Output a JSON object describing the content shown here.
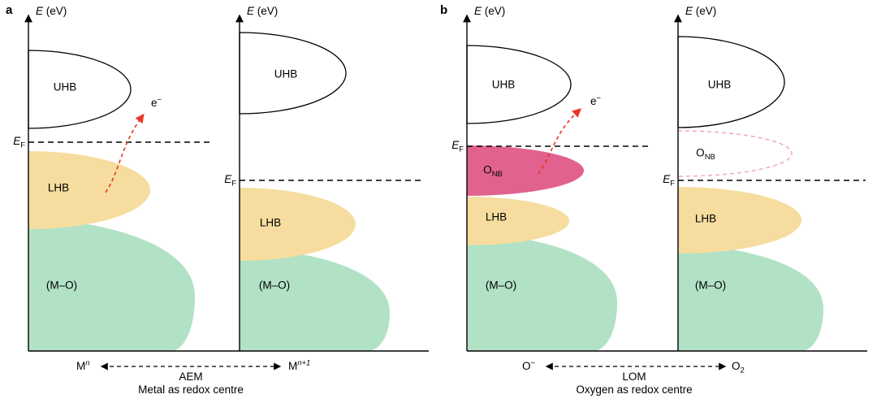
{
  "shared": {
    "axis_symbol": "E",
    "axis_unit": " (eV)",
    "fermi_symbol": "E",
    "fermi_sub": "F",
    "electron_symbol": "e",
    "electron_sup": "−",
    "band_uhb": "UHB",
    "band_lhb": "LHB",
    "band_mo": "(M–O)",
    "band_onb_base": "O",
    "band_onb_sub": "NB"
  },
  "panel_a": {
    "tag": "a",
    "species_left_base": "M",
    "species_left_sup": "n",
    "species_right_base": "M",
    "species_right_sup": "n+1",
    "mechanism": "AEM",
    "caption": "Metal as redox centre"
  },
  "panel_b": {
    "tag": "b",
    "species_left_base": "O",
    "species_left_sup": "−",
    "species_right_base": "O",
    "species_right_sub": "2",
    "mechanism": "LOM",
    "caption": "Oxygen as redox centre"
  },
  "colors": {
    "lhb_fill": "#f6dd9f",
    "mo_fill": "#b2e2c6",
    "onb_fill": "#e2628f",
    "onb_outline": "#f2a0bf",
    "electron_arrow": "#e5382b"
  }
}
